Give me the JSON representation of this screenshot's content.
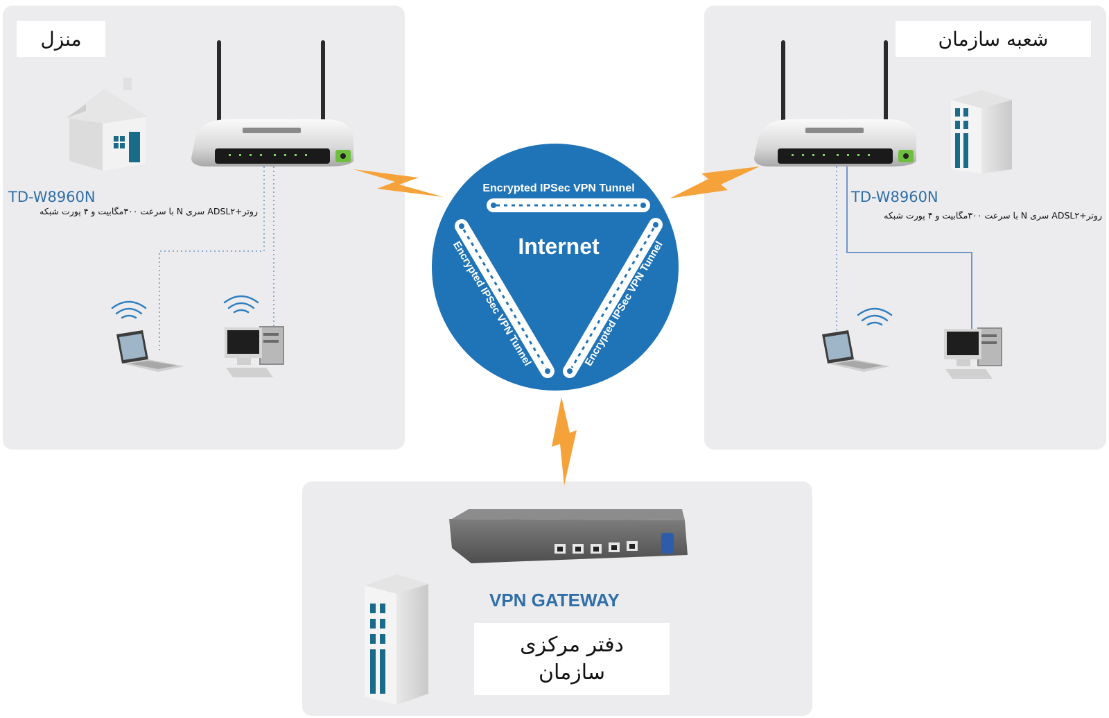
{
  "home": {
    "title": "منزل",
    "router_model": "TD-W8960N",
    "router_desc": "روتر+ADSL۲ سری N با سرعت ۳۰۰مگابیت و ۴ پورت شبکه"
  },
  "branch": {
    "title": "شعبه سازمان",
    "router_model": "TD-W8960N",
    "router_desc": "روتر+ADSL۲ سری N با سرعت ۳۰۰مگابیت و ۴ پورت شبکه"
  },
  "internet": {
    "label": "Internet",
    "tunnel_top": "Encrypted IPSec VPN Tunnel",
    "tunnel_left": "Encrypted IPSec VPN Tunnel",
    "tunnel_right": "Encrypted IPSec VPN Tunnel"
  },
  "hq": {
    "gateway_label": "VPN GATEWAY",
    "title_line1": "دفتر مرکزی",
    "title_line2": "سازمان"
  },
  "colors": {
    "panel": "#ececee",
    "accent_blue": "#1f73b7",
    "model_blue": "#2f6fa8",
    "lightning": "#f5a23a",
    "building_teal": "#1a6a8a"
  }
}
